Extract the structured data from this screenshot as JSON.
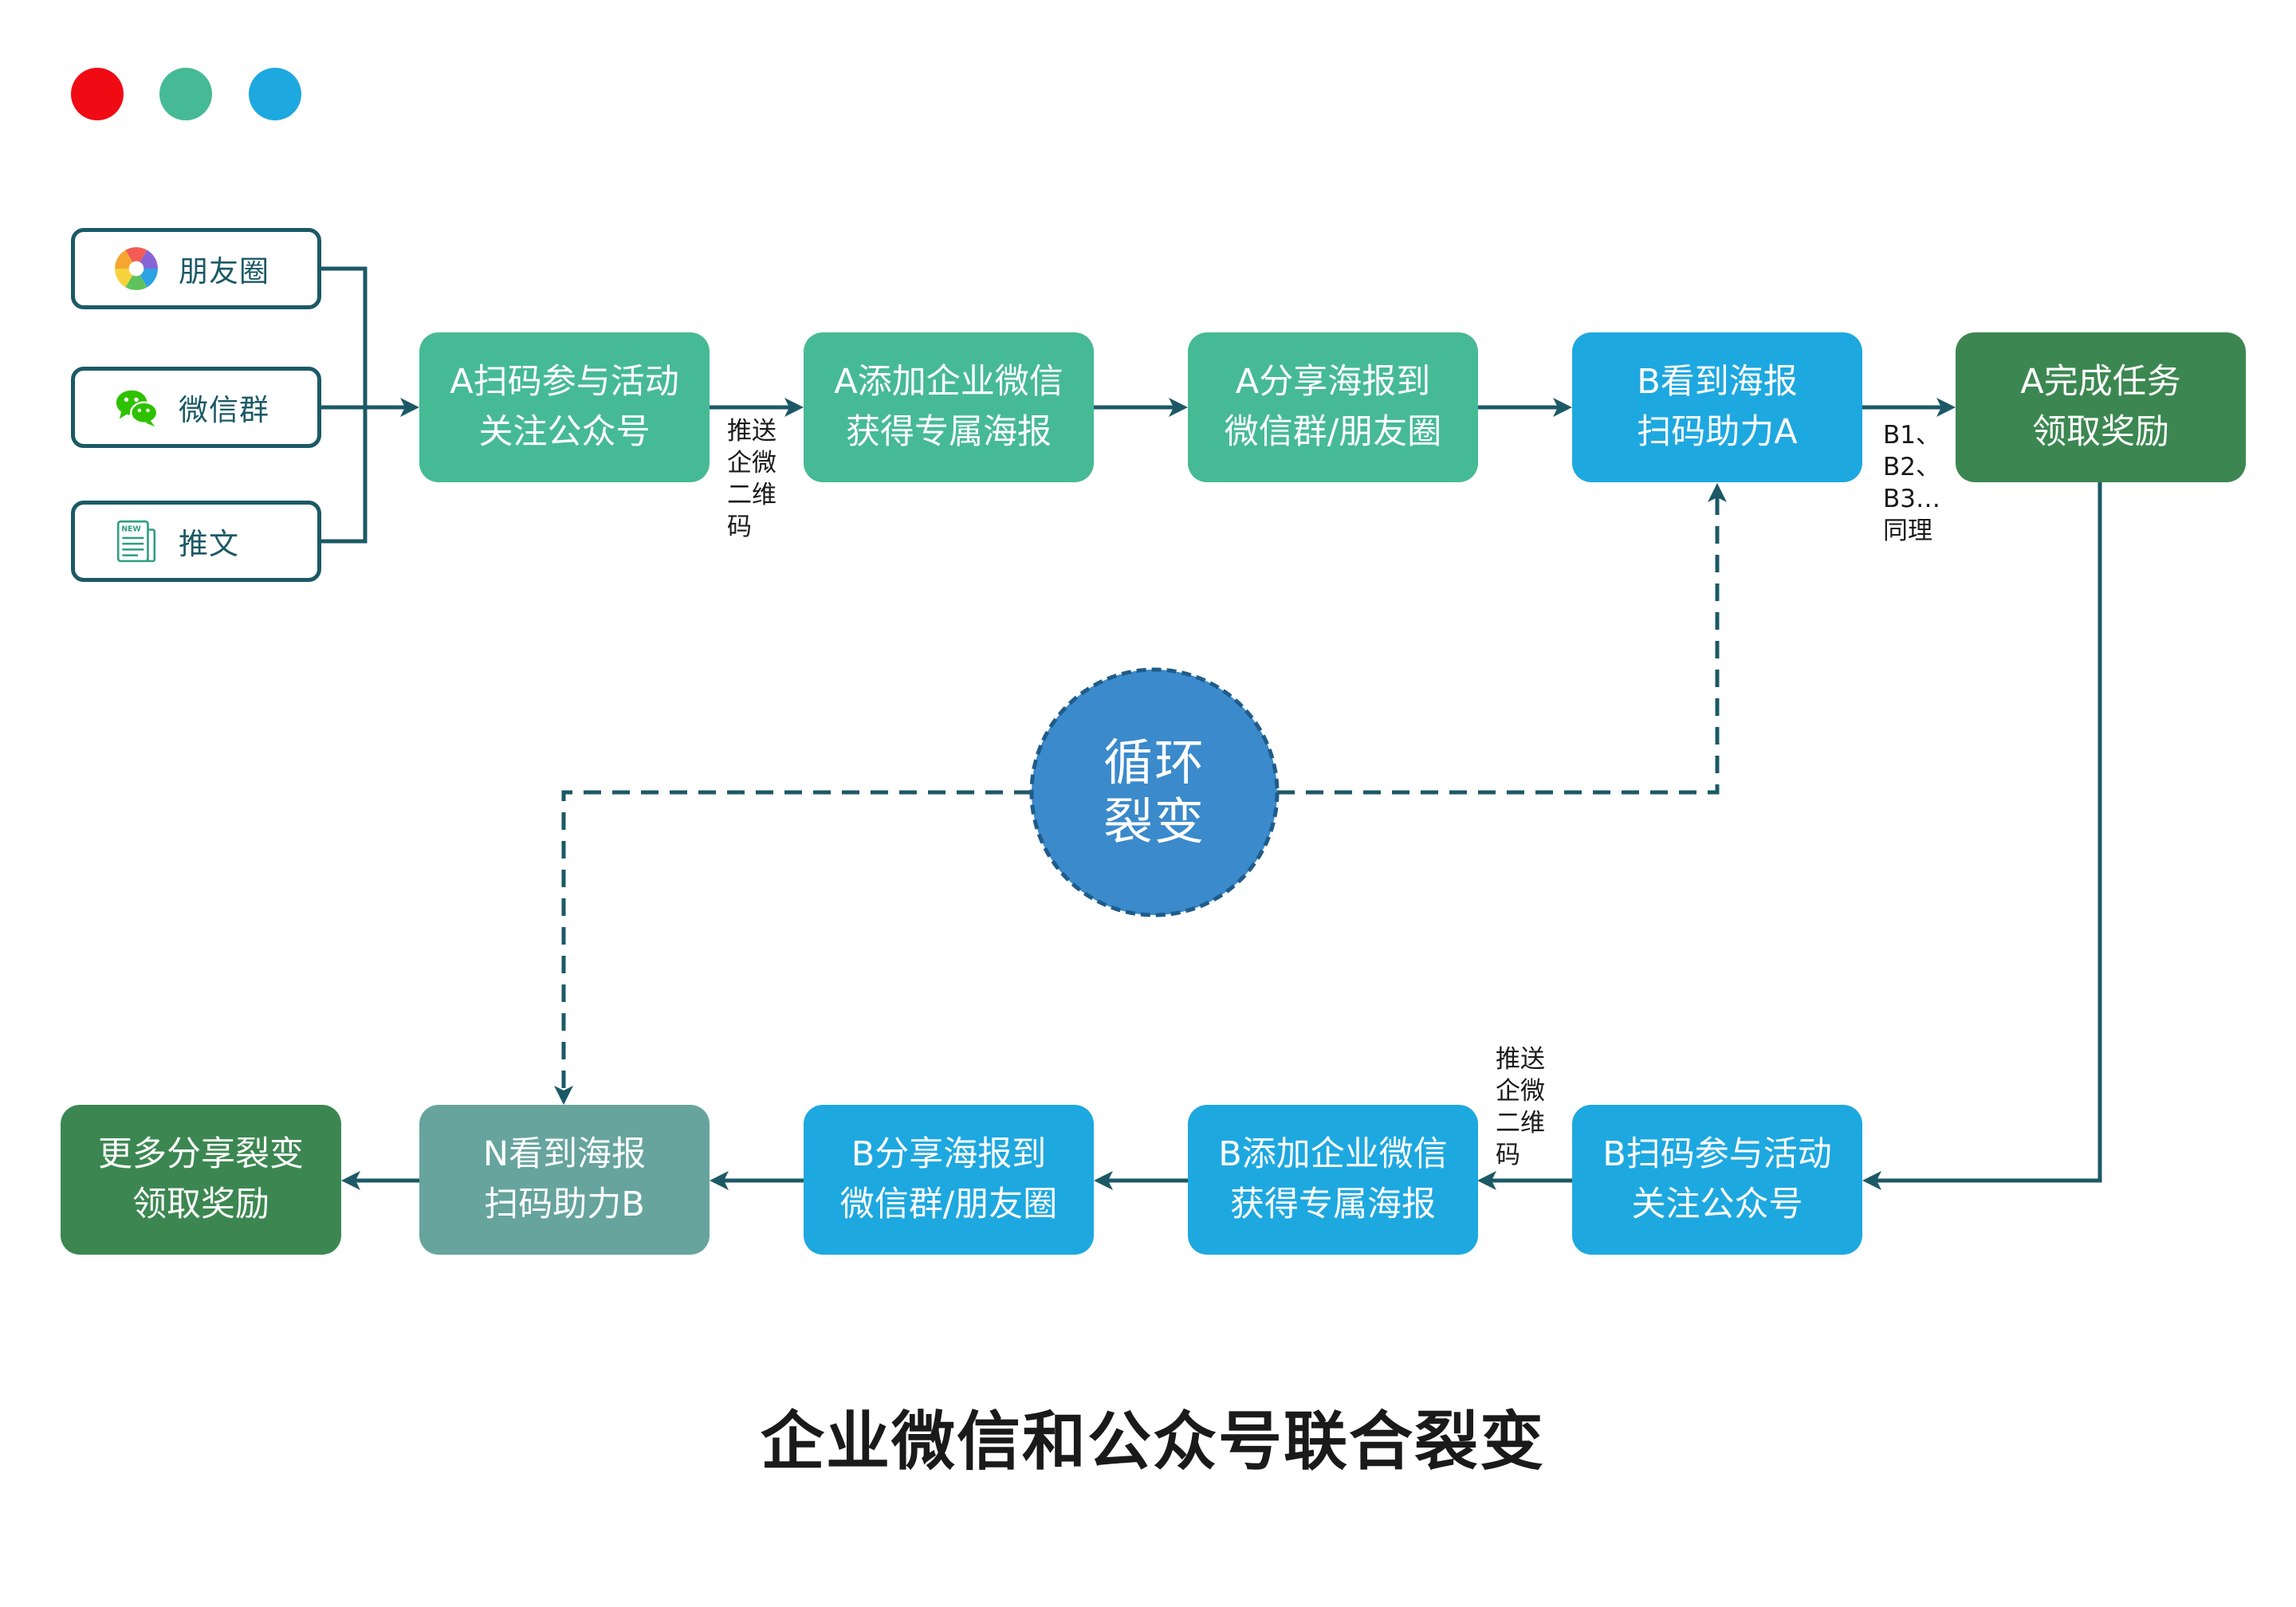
{
  "colors": {
    "connector": "#1C5966",
    "source_label": "#1C5966",
    "loop_fill": "#3B8ACB",
    "loop_outline": "#1F5C8A",
    "title_text": "#1A1A1A"
  },
  "decor_dots": [
    {
      "color": "#F00A14"
    },
    {
      "color": "#46BA95"
    },
    {
      "color": "#1EA8E0"
    }
  ],
  "sources": [
    {
      "label": "朋友圈",
      "icon": "moments-icon"
    },
    {
      "label": "微信群",
      "icon": "wechat-icon"
    },
    {
      "label": "推文",
      "icon": "article-icon",
      "icon_text": "NEW"
    }
  ],
  "flow": {
    "top": [
      {
        "line1": "A扫码参与活动",
        "line2": "关注公众号",
        "color": "#46BA95"
      },
      {
        "line1": "A添加企业微信",
        "line2": "获得专属海报",
        "color": "#46BA95"
      },
      {
        "line1": "A分享海报到",
        "line2": "微信群/朋友圈",
        "color": "#46BA95"
      },
      {
        "line1": "B看到海报",
        "line2": "扫码助力A",
        "color": "#1EA8E0"
      },
      {
        "line1": "A完成任务",
        "line2": "领取奖励",
        "color": "#3C8751"
      }
    ],
    "bottom": [
      {
        "line1": "B扫码参与活动",
        "line2": "关注公众号",
        "color": "#1EA8E0"
      },
      {
        "line1": "B添加企业微信",
        "line2": "获得专属海报",
        "color": "#1EA8E0"
      },
      {
        "line1": "B分享海报到",
        "line2": "微信群/朋友圈",
        "color": "#1EA8E0"
      },
      {
        "line1": "N看到海报",
        "line2": "扫码助力B",
        "color": "#67A49E"
      },
      {
        "line1": "更多分享裂变",
        "line2": "领取奖励",
        "color": "#3C8751"
      }
    ]
  },
  "edge_labels": {
    "top_push": [
      "推送",
      "企微",
      "二维",
      "码"
    ],
    "top_repeat": [
      "B1、",
      "B2、",
      "B3…",
      "同理"
    ],
    "bottom_push": [
      "推送",
      "企微",
      "二维",
      "码"
    ]
  },
  "loop": {
    "line1": "循环",
    "line2": "裂变"
  },
  "title": "企业微信和公众号联合裂变"
}
